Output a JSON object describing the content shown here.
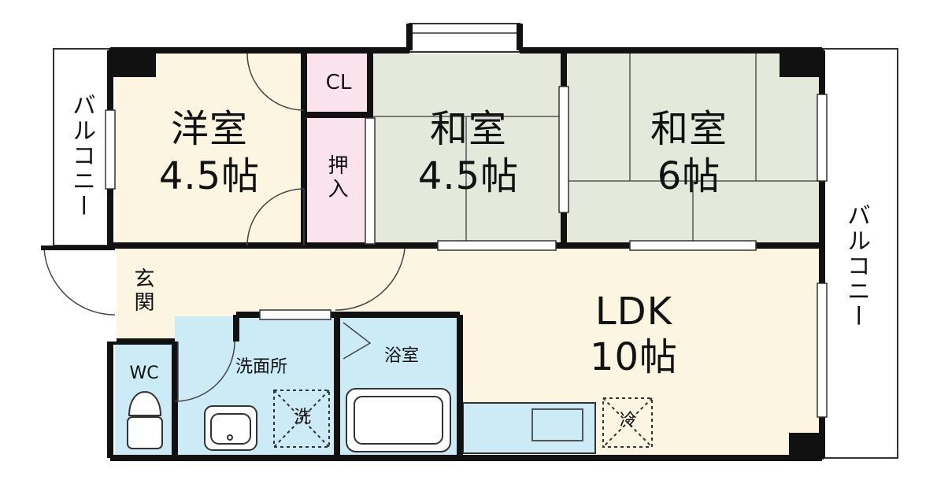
{
  "rooms": {
    "western": {
      "name": "洋室",
      "size": "4.5帖"
    },
    "japanese1": {
      "name": "和室",
      "size": "4.5帖"
    },
    "japanese2": {
      "name": "和室",
      "size": "6帖"
    },
    "ldk": {
      "name": "LDK",
      "size": "10帖"
    },
    "closet": "CL",
    "oshiire": "押入",
    "genkan": "玄関",
    "wc": "WC",
    "washroom": "洗面所",
    "bath": "浴室",
    "washer": "洗",
    "fridge": "冷"
  },
  "balconies": {
    "left": "バルコニー",
    "right": "バルコニー"
  },
  "colors": {
    "western": "#fcf5e1",
    "japanese": "#e4e9dc",
    "ldk": "#fcf5e1",
    "closet": "#fbe3ee",
    "water": "#cdeaf7",
    "wall": "#111111"
  }
}
